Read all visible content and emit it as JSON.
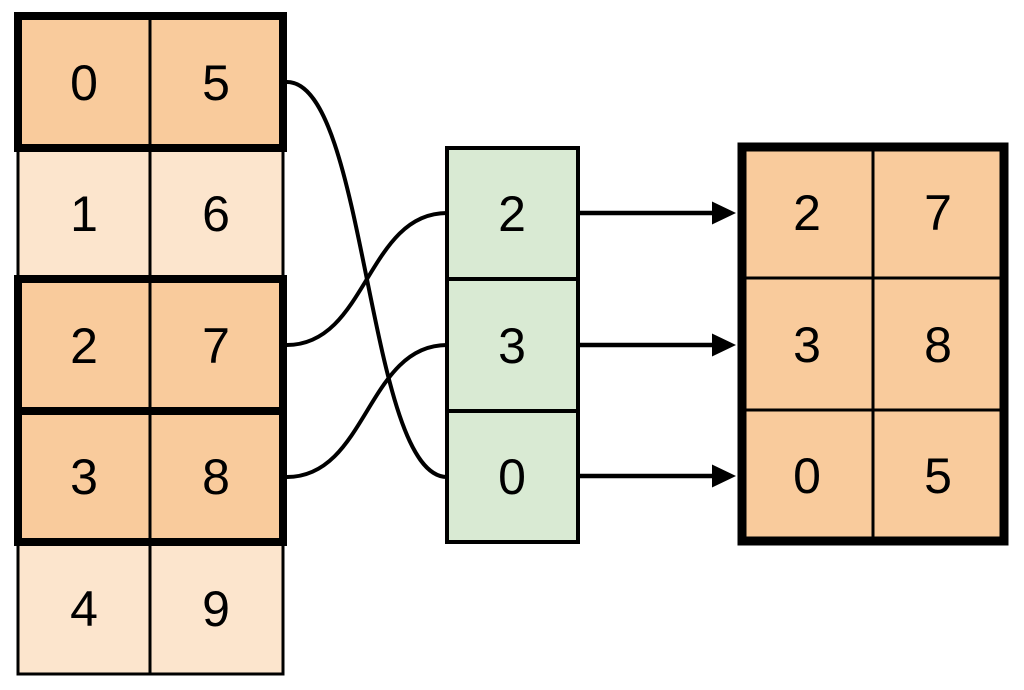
{
  "source_table": {
    "rows": [
      {
        "left": "0",
        "right": "5",
        "highlighted": true
      },
      {
        "left": "1",
        "right": "6",
        "highlighted": false
      },
      {
        "left": "2",
        "right": "7",
        "highlighted": true
      },
      {
        "left": "3",
        "right": "8",
        "highlighted": true
      },
      {
        "left": "4",
        "right": "9",
        "highlighted": false
      }
    ]
  },
  "index_column": {
    "values": [
      "2",
      "3",
      "0"
    ]
  },
  "result_table": {
    "rows": [
      {
        "left": "2",
        "right": "7"
      },
      {
        "left": "3",
        "right": "8"
      },
      {
        "left": "0",
        "right": "5"
      }
    ]
  },
  "links": {
    "source_to_index": [
      {
        "source_row": 0,
        "index_position": 2
      },
      {
        "source_row": 2,
        "index_position": 0
      },
      {
        "source_row": 3,
        "index_position": 1
      }
    ],
    "index_to_result": [
      {
        "index_position": 0,
        "result_row": 0
      },
      {
        "index_position": 1,
        "result_row": 1
      },
      {
        "index_position": 2,
        "result_row": 2
      }
    ]
  },
  "colors": {
    "highlighted_row_fill": "#f9cb9c",
    "normal_row_fill": "#fce5cd",
    "index_cell_fill": "#d9ead3",
    "line": "#000000",
    "background": "#ffffff"
  }
}
